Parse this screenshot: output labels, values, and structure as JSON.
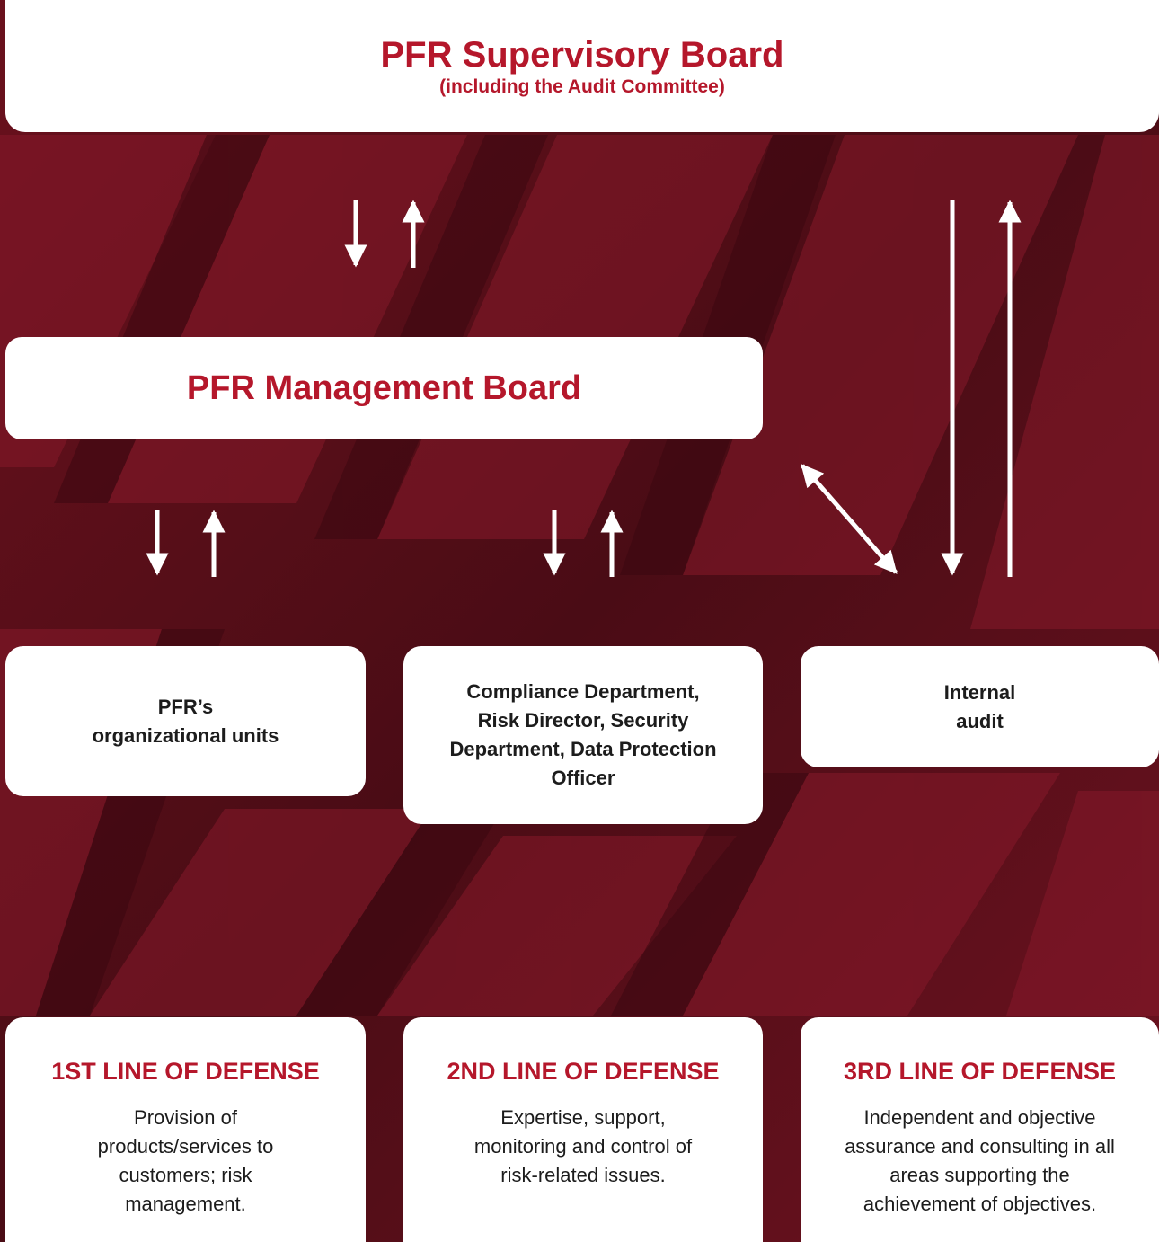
{
  "supervisory_board": {
    "title": "PFR Supervisory Board",
    "subtitle": "(including the Audit Committee)"
  },
  "management_board": {
    "title": "PFR Management Board"
  },
  "units": [
    {
      "label": "PFR’s organizational units"
    },
    {
      "label": "Compliance Department, Risk Director, Security Department, Data Protection Officer"
    },
    {
      "label": "Internal audit"
    }
  ],
  "lines_of_defense": [
    {
      "heading": "1ST LINE OF DEFENSE",
      "description": "Provision of products/services to customers; risk management."
    },
    {
      "heading": "2ND LINE OF DEFENSE",
      "description": "Expertise, support, monitoring and control of risk-related issues."
    },
    {
      "heading": "3RD LINE OF DEFENSE",
      "description": "Independent and objective assurance and consulting in all areas supporting the achievement of objectives."
    }
  ],
  "colors": {
    "accent": "#b5172b",
    "background": "#5e0f1a",
    "box": "#ffffff",
    "text": "#1c1c1c"
  }
}
